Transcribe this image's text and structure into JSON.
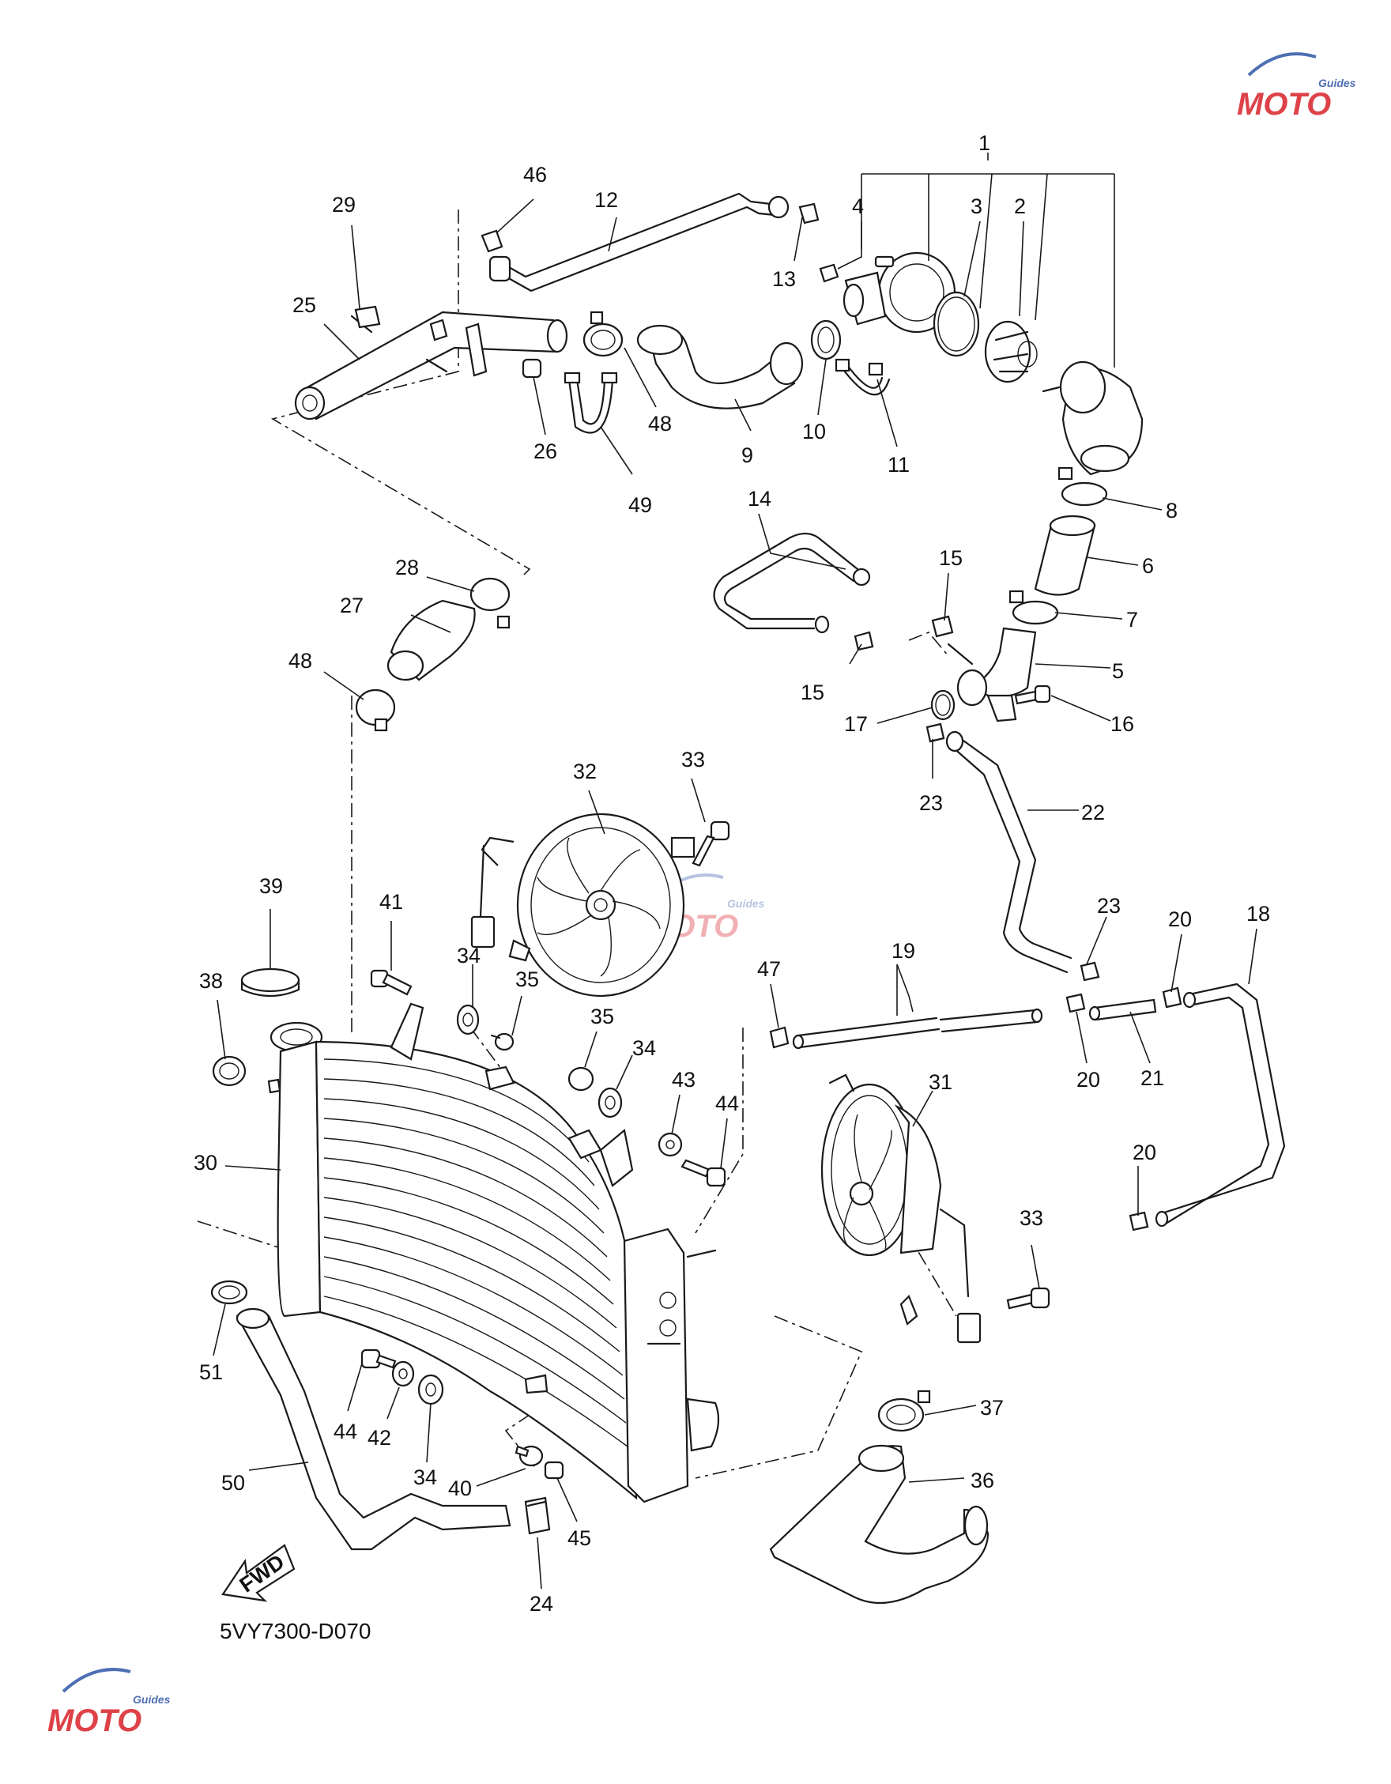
{
  "diagram": {
    "drawing_code": "5VY7300-D070",
    "forward_label": "FWD",
    "watermark_text": "MOTO",
    "watermark_subtext": "Guides",
    "colors": {
      "line": "#1a1a1a",
      "watermark_red": "#d9222a",
      "watermark_blue": "#2f56a6"
    },
    "callouts": [
      "1",
      "2",
      "3",
      "4",
      "5",
      "6",
      "7",
      "8",
      "9",
      "10",
      "11",
      "12",
      "13",
      "14",
      "15",
      "15",
      "16",
      "17",
      "18",
      "19",
      "20",
      "20",
      "20",
      "21",
      "22",
      "23",
      "23",
      "24",
      "25",
      "26",
      "27",
      "28",
      "29",
      "30",
      "31",
      "32",
      "33",
      "33",
      "34",
      "34",
      "34",
      "35",
      "35",
      "36",
      "37",
      "38",
      "39",
      "40",
      "41",
      "42",
      "43",
      "44",
      "44",
      "45",
      "46",
      "47",
      "48",
      "48",
      "49",
      "50",
      "51"
    ]
  }
}
